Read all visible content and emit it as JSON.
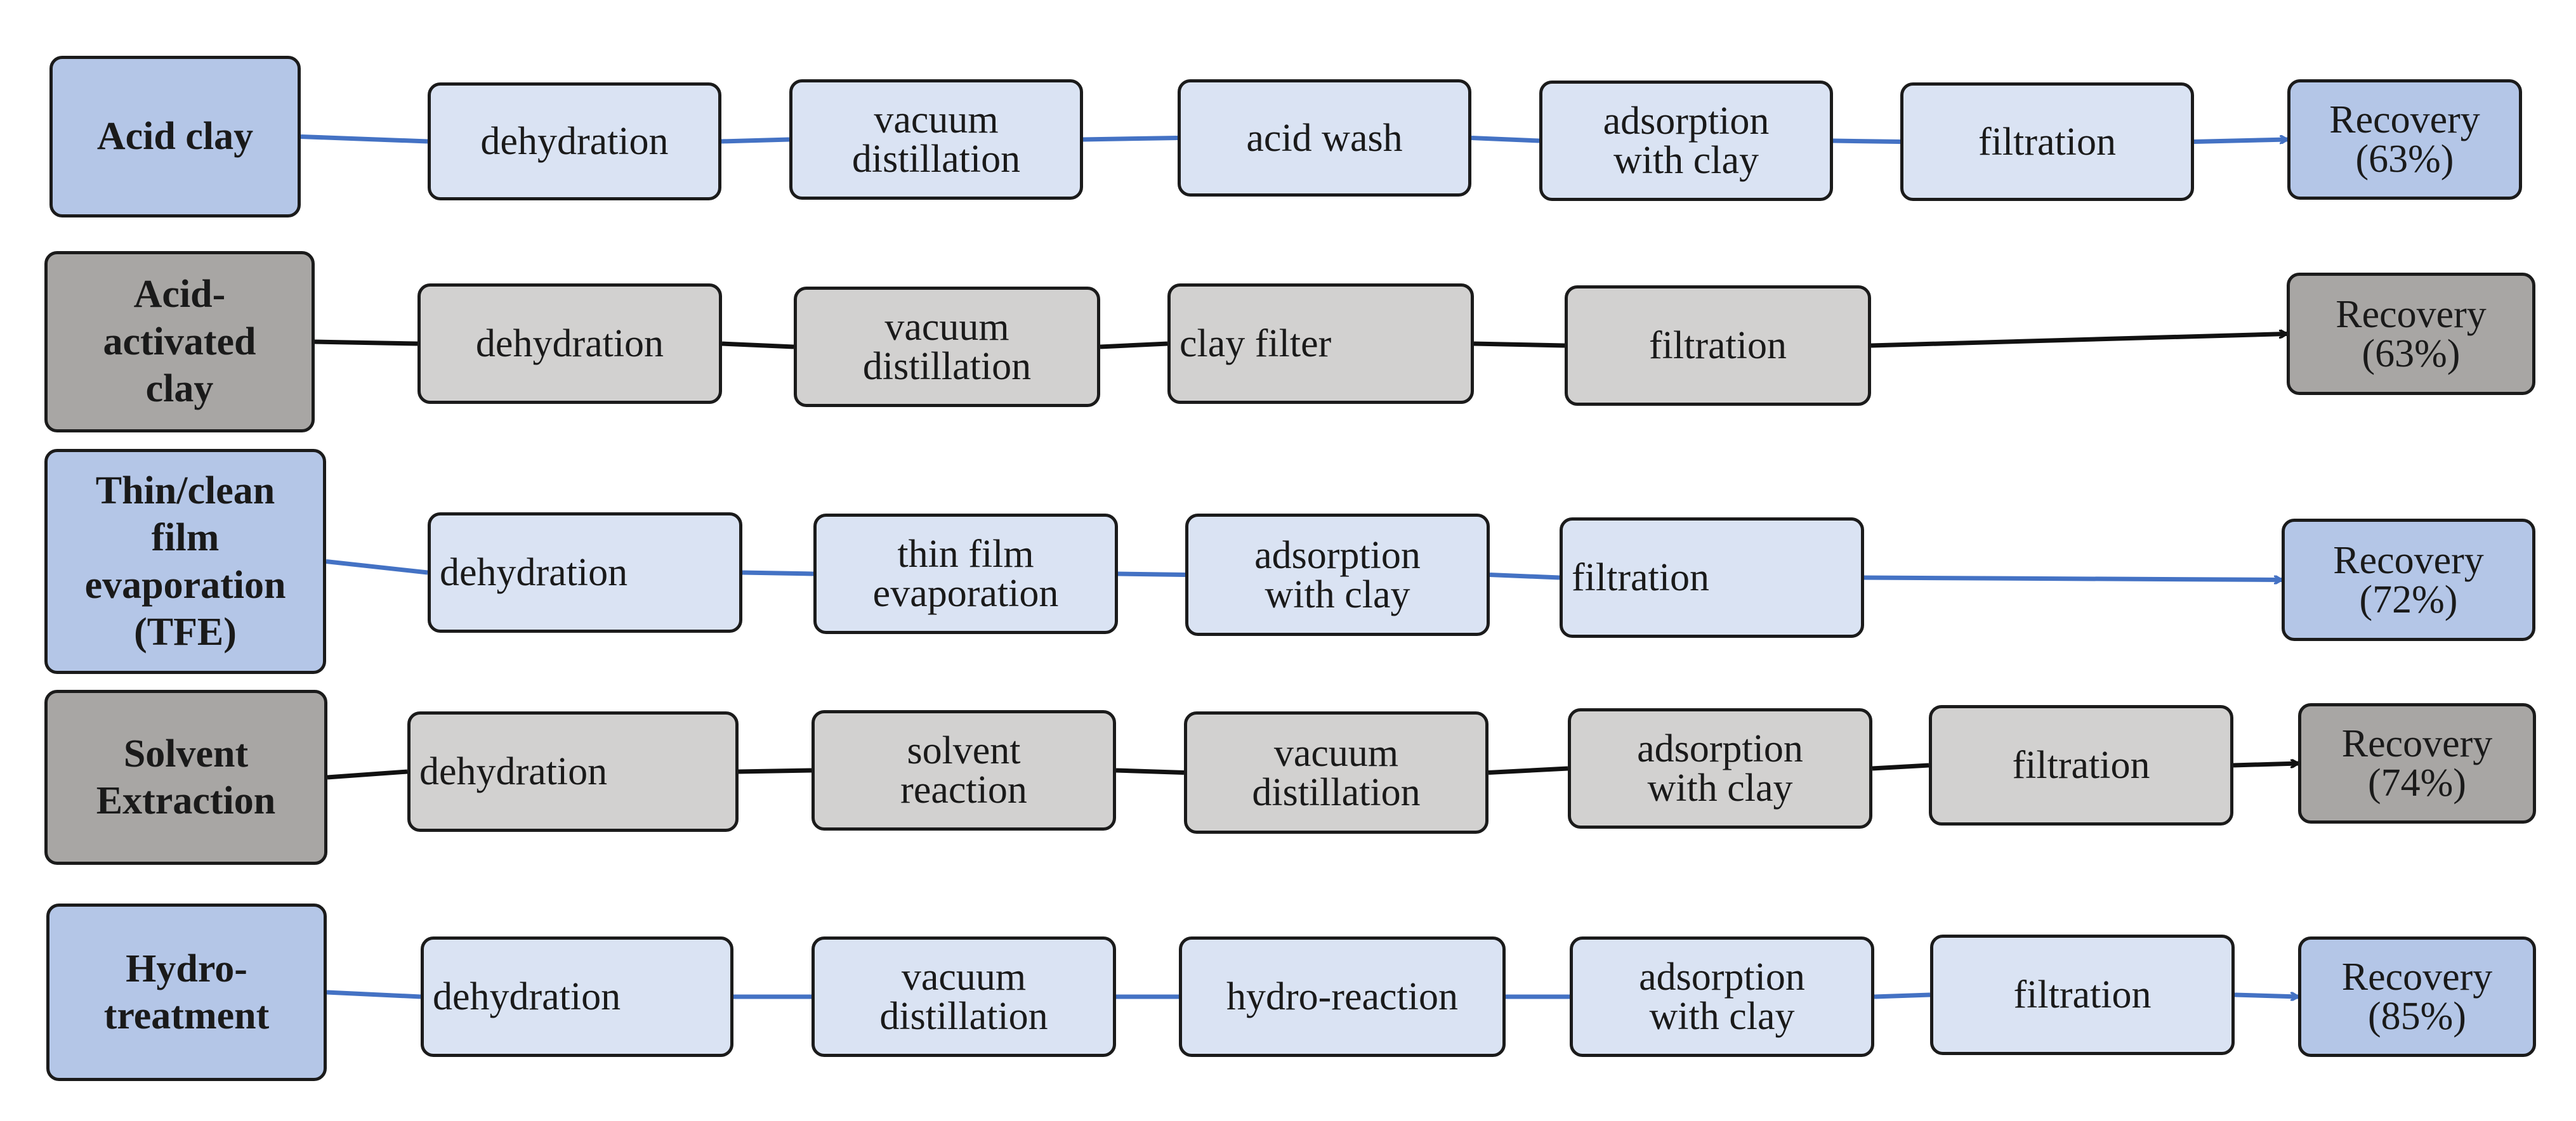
{
  "colors": {
    "blue_line": "#4472c4",
    "black_line": "#111111"
  },
  "rows": [
    {
      "theme": "blue",
      "method": "Acid clay",
      "steps": [
        "dehydration",
        "vacuum\ndistillation",
        "acid wash",
        "adsorption\nwith clay",
        "filtration"
      ],
      "result": "Recovery\n(63%)"
    },
    {
      "theme": "gray",
      "method": "Acid-\nactivated\nclay",
      "steps": [
        "dehydration",
        "vacuum\ndistillation",
        "clay filter",
        "filtration"
      ],
      "result": "Recovery\n(63%)"
    },
    {
      "theme": "blue",
      "method": "Thin/clean\nfilm\nevaporation\n(TFE)",
      "steps": [
        "dehydration",
        "thin film\nevaporation",
        "adsorption\nwith clay",
        "filtration"
      ],
      "result": "Recovery\n(72%)"
    },
    {
      "theme": "gray",
      "method": "Solvent\nExtraction",
      "steps": [
        "dehydration",
        "solvent\nreaction",
        "vacuum\ndistillation",
        "adsorption\nwith clay",
        "filtration"
      ],
      "result": "Recovery\n(74%)"
    },
    {
      "theme": "blue",
      "method": "Hydro-\ntreatment",
      "steps": [
        "dehydration",
        "vacuum\ndistillation",
        "hydro-reaction",
        "adsorption\nwith clay",
        "filtration"
      ],
      "result": "Recovery\n(85%)"
    }
  ]
}
